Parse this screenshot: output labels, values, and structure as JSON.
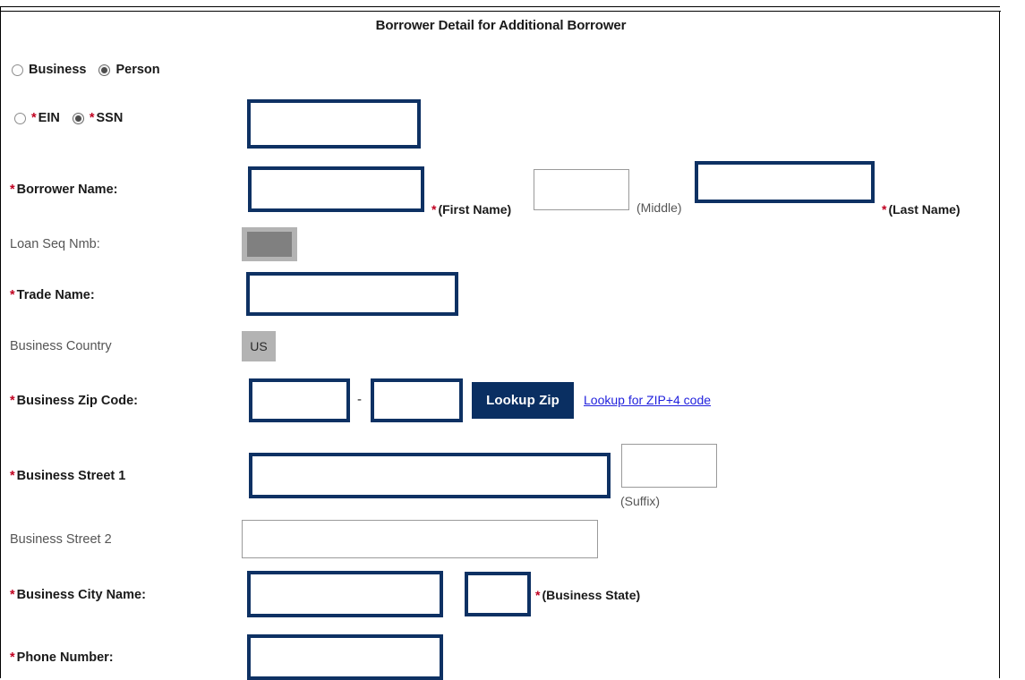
{
  "page": {
    "title": "Borrower Detail for Additional Borrower"
  },
  "entity_type": {
    "options": [
      {
        "label": "Business",
        "selected": false
      },
      {
        "label": "Person",
        "selected": true
      }
    ]
  },
  "tax_id_type": {
    "options": [
      {
        "label": "EIN",
        "required": true,
        "selected": false
      },
      {
        "label": "SSN",
        "required": true,
        "selected": true
      }
    ],
    "value": "",
    "placeholder": ""
  },
  "fields": {
    "borrower_name": {
      "label": "Borrower Name:",
      "required": true,
      "first": {
        "value": "",
        "note": "(First Name)",
        "note_required": true
      },
      "middle": {
        "value": "",
        "note": "(Middle)",
        "note_required": false
      },
      "last": {
        "value": "",
        "note": "(Last Name)",
        "note_required": true
      }
    },
    "loan_seq_nmb": {
      "label": "Loan Seq Nmb:",
      "required": false,
      "value": "",
      "disabled": true
    },
    "trade_name": {
      "label": "Trade Name:",
      "required": true,
      "value": ""
    },
    "business_country": {
      "label": "Business Country",
      "required": false,
      "value": "US",
      "disabled": true
    },
    "business_zip": {
      "label": "Business Zip Code:",
      "required": true,
      "zip5": "",
      "separator": "-",
      "zip4": "",
      "lookup_button": "Lookup Zip",
      "lookup_link": "Lookup for ZIP+4 code"
    },
    "business_street_1": {
      "label": "Business Street 1",
      "required": true,
      "value": "",
      "suffix": {
        "value": "",
        "note": "(Suffix)"
      }
    },
    "business_street_2": {
      "label": "Business Street 2",
      "required": false,
      "value": ""
    },
    "business_city": {
      "label": "Business City Name:",
      "required": true,
      "value": "",
      "state": {
        "value": "",
        "note": "(Business State)",
        "note_required": true
      }
    },
    "phone_number": {
      "label": "Phone Number:",
      "required": true,
      "value": ""
    }
  },
  "colors": {
    "required_border": "#0e3163",
    "optional_border": "#9a9a9a",
    "disabled_bg": "#b3b3b3",
    "button_bg": "#0a2f62",
    "link": "#2222dd",
    "asterisk": "#c00020"
  }
}
